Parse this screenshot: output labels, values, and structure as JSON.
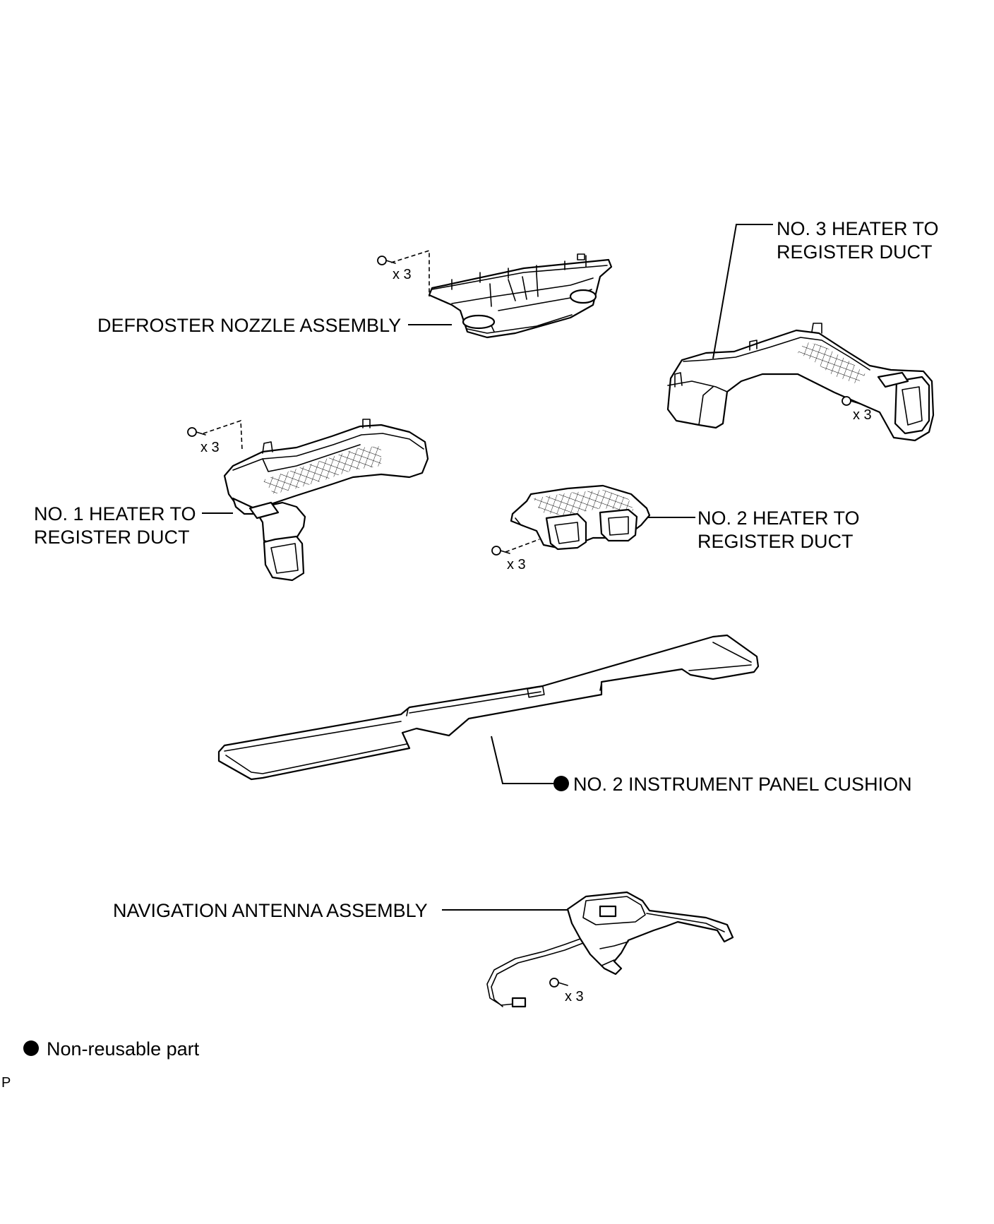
{
  "labels": {
    "defroster": "DEFROSTER NOZZLE ASSEMBLY",
    "no3_line1": "NO. 3 HEATER TO",
    "no3_line2": "REGISTER DUCT",
    "no1_line1": "NO. 1 HEATER TO",
    "no1_line2": "REGISTER DUCT",
    "no2_line1": "NO. 2 HEATER TO",
    "no2_line2": "REGISTER DUCT",
    "cushion": "NO. 2 INSTRUMENT PANEL CUSHION",
    "navigation": "NAVIGATION ANTENNA ASSEMBLY"
  },
  "fasteners": {
    "defroster_qty": "x 3",
    "no3_qty": "x 3",
    "no1_qty": "x 3",
    "no2_qty": "x 3",
    "navigation_qty": "x 3"
  },
  "legend": {
    "non_reusable": "Non-reusable part"
  },
  "corner_code": "P"
}
